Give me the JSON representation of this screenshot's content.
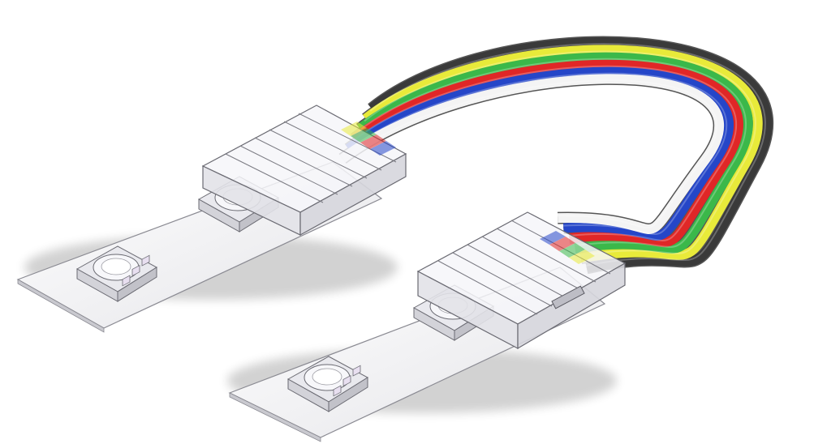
{
  "image": {
    "subject": "rgbw-led-strip-jumper-connector",
    "background_color": "#ffffff"
  },
  "wires": [
    {
      "name": "black",
      "color": "#3a3a3a"
    },
    {
      "name": "yellow",
      "color": "#e8ea3a"
    },
    {
      "name": "green",
      "color": "#3bb84a"
    },
    {
      "name": "red",
      "color": "#e02727"
    },
    {
      "name": "blue",
      "color": "#2546c8"
    },
    {
      "name": "white",
      "color": "#f4f4f4"
    }
  ],
  "strip": {
    "pcb_color": "#f3f3f5",
    "led_color": "#e6e6ea"
  },
  "connector": {
    "housing_color": "#f2f2f5",
    "edge_color": "#6a6a72"
  }
}
